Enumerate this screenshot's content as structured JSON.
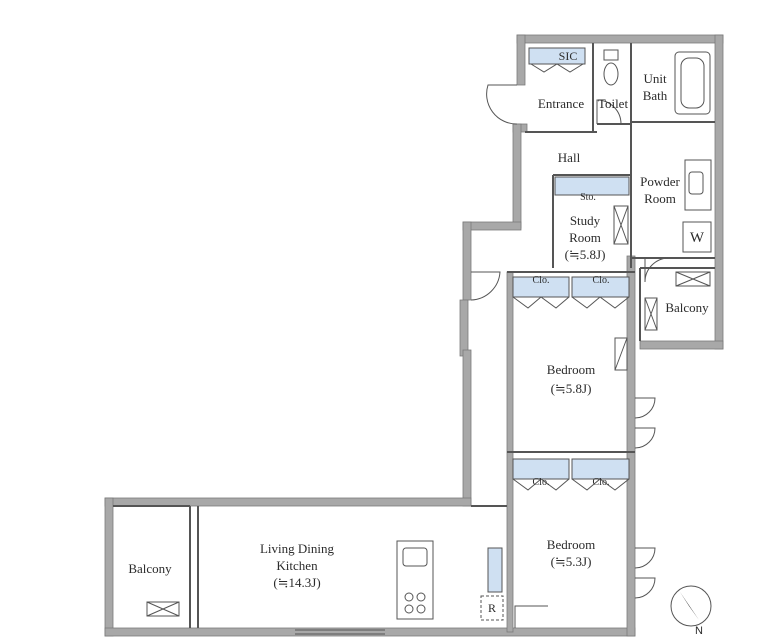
{
  "rooms": {
    "sic": "SIC",
    "toilet": "Toilet",
    "unit_bath": [
      "Unit",
      "Bath"
    ],
    "entrance": "Entrance",
    "hall": "Hall",
    "powder_room": [
      "Powder",
      "Room"
    ],
    "storage": "Sto.",
    "study_room": {
      "name": [
        "Study",
        "Room"
      ],
      "area": "(≒5.8J)"
    },
    "washer": "W",
    "balcony_east": "Balcony",
    "closets_upper": [
      "Clo.",
      "Clo."
    ],
    "bedroom_upper": {
      "name": "Bedroom",
      "area": "(≒5.8J)"
    },
    "closets_lower": [
      "Clo.",
      "Clo."
    ],
    "bedroom_lower": {
      "name": "Bedroom",
      "area": "(≒5.3J)"
    },
    "ldk": {
      "name": [
        "Living Dining",
        "Kitchen"
      ],
      "area": "(≒14.3J)"
    },
    "balcony_west": "Balcony",
    "refrigerator": "R"
  },
  "compass": {
    "north_label": "N"
  },
  "colors": {
    "wall": "#a8a8a8",
    "wall_edge": "#7a7a7a",
    "line": "#555555",
    "storage_fill": "#cfe0f2",
    "text": "#2b2b2b"
  }
}
